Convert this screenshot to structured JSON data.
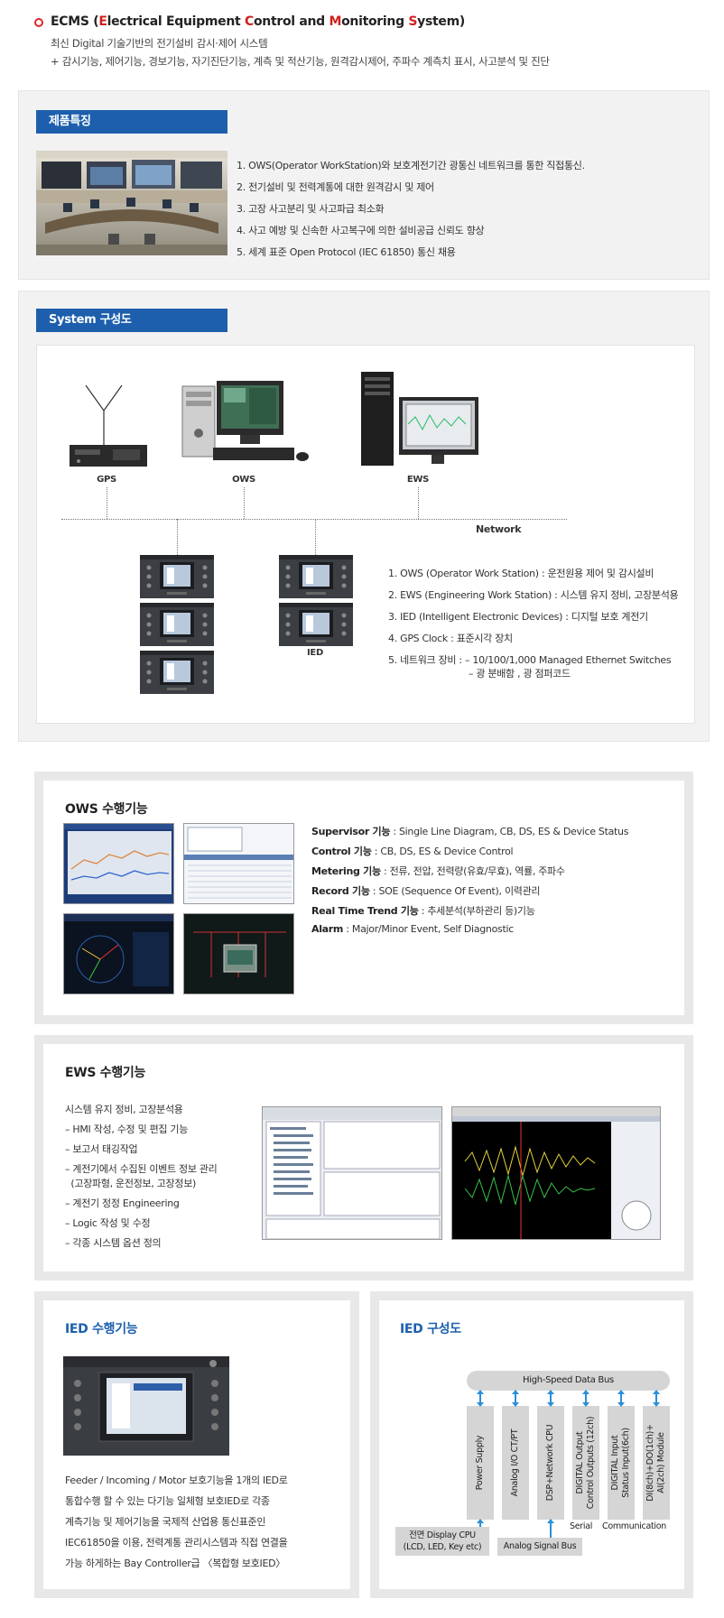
{
  "header": {
    "title_parts": [
      {
        "t": "ECMS (",
        "red": false
      },
      {
        "t": "E",
        "red": true
      },
      {
        "t": "lectrical Equipment ",
        "red": false
      },
      {
        "t": "C",
        "red": true
      },
      {
        "t": "ontrol and ",
        "red": false
      },
      {
        "t": "M",
        "red": true
      },
      {
        "t": "onitoring ",
        "red": false
      },
      {
        "t": "S",
        "red": true
      },
      {
        "t": "ystem)",
        "red": false
      }
    ],
    "sub1": "최신 Digital 기술기반의 전기설비 감시·제어 시스템",
    "sub2": "+ 감시기능, 제어기능, 경보기능, 자기진단기능, 계측 및 적산기능, 원격감시제어, 주파수 계측치 표시, 사고분석 및 진단"
  },
  "features": {
    "tag": "제품특징",
    "items": [
      "1. OWS(Operator WorkStation)와 보호계전기간 광통신 네트워크를 통한 직접통신.",
      "2. 전기설비 및 전력계통에 대한 원격감시 및 제어",
      "3. 고장 사고분리 및 사고파급 최소화",
      "4. 사고 예방 및 신속한 사고복구에 의한 설비공급 신뢰도 향상",
      "5. 세계 표준 Open Protocol (IEC 61850) 통신 채용"
    ]
  },
  "system": {
    "tag": "System 구성도",
    "labels": {
      "gps": "GPS",
      "ows": "OWS",
      "ews": "EWS",
      "network": "Network",
      "ied": "IED"
    },
    "legend": [
      "1. OWS (Operator Work Station) : 운전원용 제어 및 감시설비",
      "2. EWS (Engineering Work Station) : 시스템 유지 정비, 고장분석용",
      "3. IED (Intelligent Electronic Devices) : 디지털 보호 계전기",
      "4. GPS Clock : 표준시각 장치",
      "5. 네트워크 장비 : – 10/100/1,000 Managed Ethernet Switches",
      "– 광 분배함 , 광 점퍼코드"
    ]
  },
  "ows": {
    "title": "OWS 수행기능",
    "items": [
      {
        "k": "Supervisor 기능",
        "v": " : Single Line Diagram,  CB,  DS,  ES & Device Status"
      },
      {
        "k": "Control 기능",
        "v": " : CB, DS, ES & Device Control"
      },
      {
        "k": "Metering 기능",
        "v": " : 전류, 전압, 전력량(유효/무효), 역률, 주파수"
      },
      {
        "k": "Record 기능",
        "v": " : SOE (Sequence Of Event), 이력관리"
      },
      {
        "k": "Real Time Trend 기능",
        "v": " : 추세분석(부하관리 등)기능"
      },
      {
        "k": "Alarm",
        "v": "  : Major/Minor Event, Self Diagnostic"
      }
    ]
  },
  "ews": {
    "title": "EWS 수행기능",
    "items": [
      "시스템 유지 정비, 고장분석용",
      "– HMI 작성, 수정 및 편집 기능",
      "– 보고서 태깅작업",
      "– 계전기에서 수집된 이벤트 정보 관리",
      "  (고장파형, 운전정보, 고장정보)",
      "– 계전기 정정 Engineering",
      "– Logic 작성 및 수정",
      "– 각종 시스템 옵션 정의"
    ]
  },
  "ied_func": {
    "title": "IED 수행기능",
    "desc": [
      "Feeder / Incoming / Motor 보호기능을 1개의 IED로",
      "통합수행 할 수 있는 다기능 일체형 보호IED로 각종",
      "계측기능 및 제어기능을 국제적 산업용 통신표준인",
      "IEC61850을 이용, 전력계통 관리시스템과 직접 연결을",
      "가능 하게하는 Bay Controller급 〈복합형 보호IED〉"
    ]
  },
  "ied_config": {
    "title": "IED 구성도",
    "bus": "High-Speed  Data  Bus",
    "modules": [
      "Power  Supply",
      "Analog  I/O  CT/PT",
      "DSP+Network  CPU",
      "DIGITAL  Output|Control  Outputs  (12ch)",
      "DIGITAL  Input|Status  Input(6ch)",
      "DI(8ch)+DO(1ch)+|AI(2ch)  Module"
    ],
    "front": "전면  Display  CPU|(LCD,  LED,  Key  etc)",
    "analog_bus": "Analog  Signal  Bus",
    "serial": "Serial",
    "comm": "Communication"
  }
}
